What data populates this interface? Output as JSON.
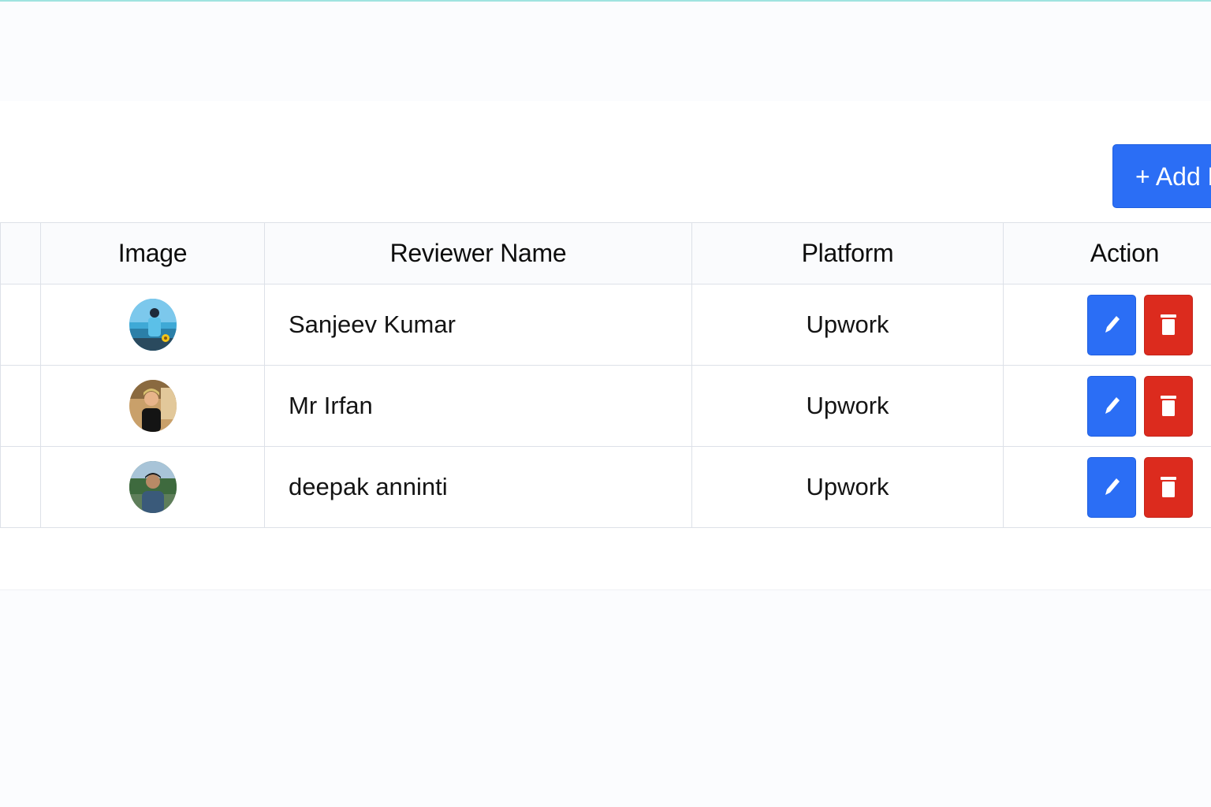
{
  "add_button": {
    "label": "+ Add R"
  },
  "table": {
    "columns": [
      "",
      "Image",
      "Reviewer Name",
      "Platform",
      "Action"
    ],
    "rows": [
      {
        "name": "Sanjeev Kumar",
        "platform": "Upwork"
      },
      {
        "name": "Mr Irfan",
        "platform": "Upwork"
      },
      {
        "name": "deepak anninti",
        "platform": "Upwork"
      }
    ]
  },
  "icons": {
    "edit": "pencil-icon",
    "delete": "trash-icon"
  },
  "colors": {
    "primary": "#2b6ef5",
    "danger": "#dc2b1e",
    "accent_line": "#9fe3e0"
  }
}
